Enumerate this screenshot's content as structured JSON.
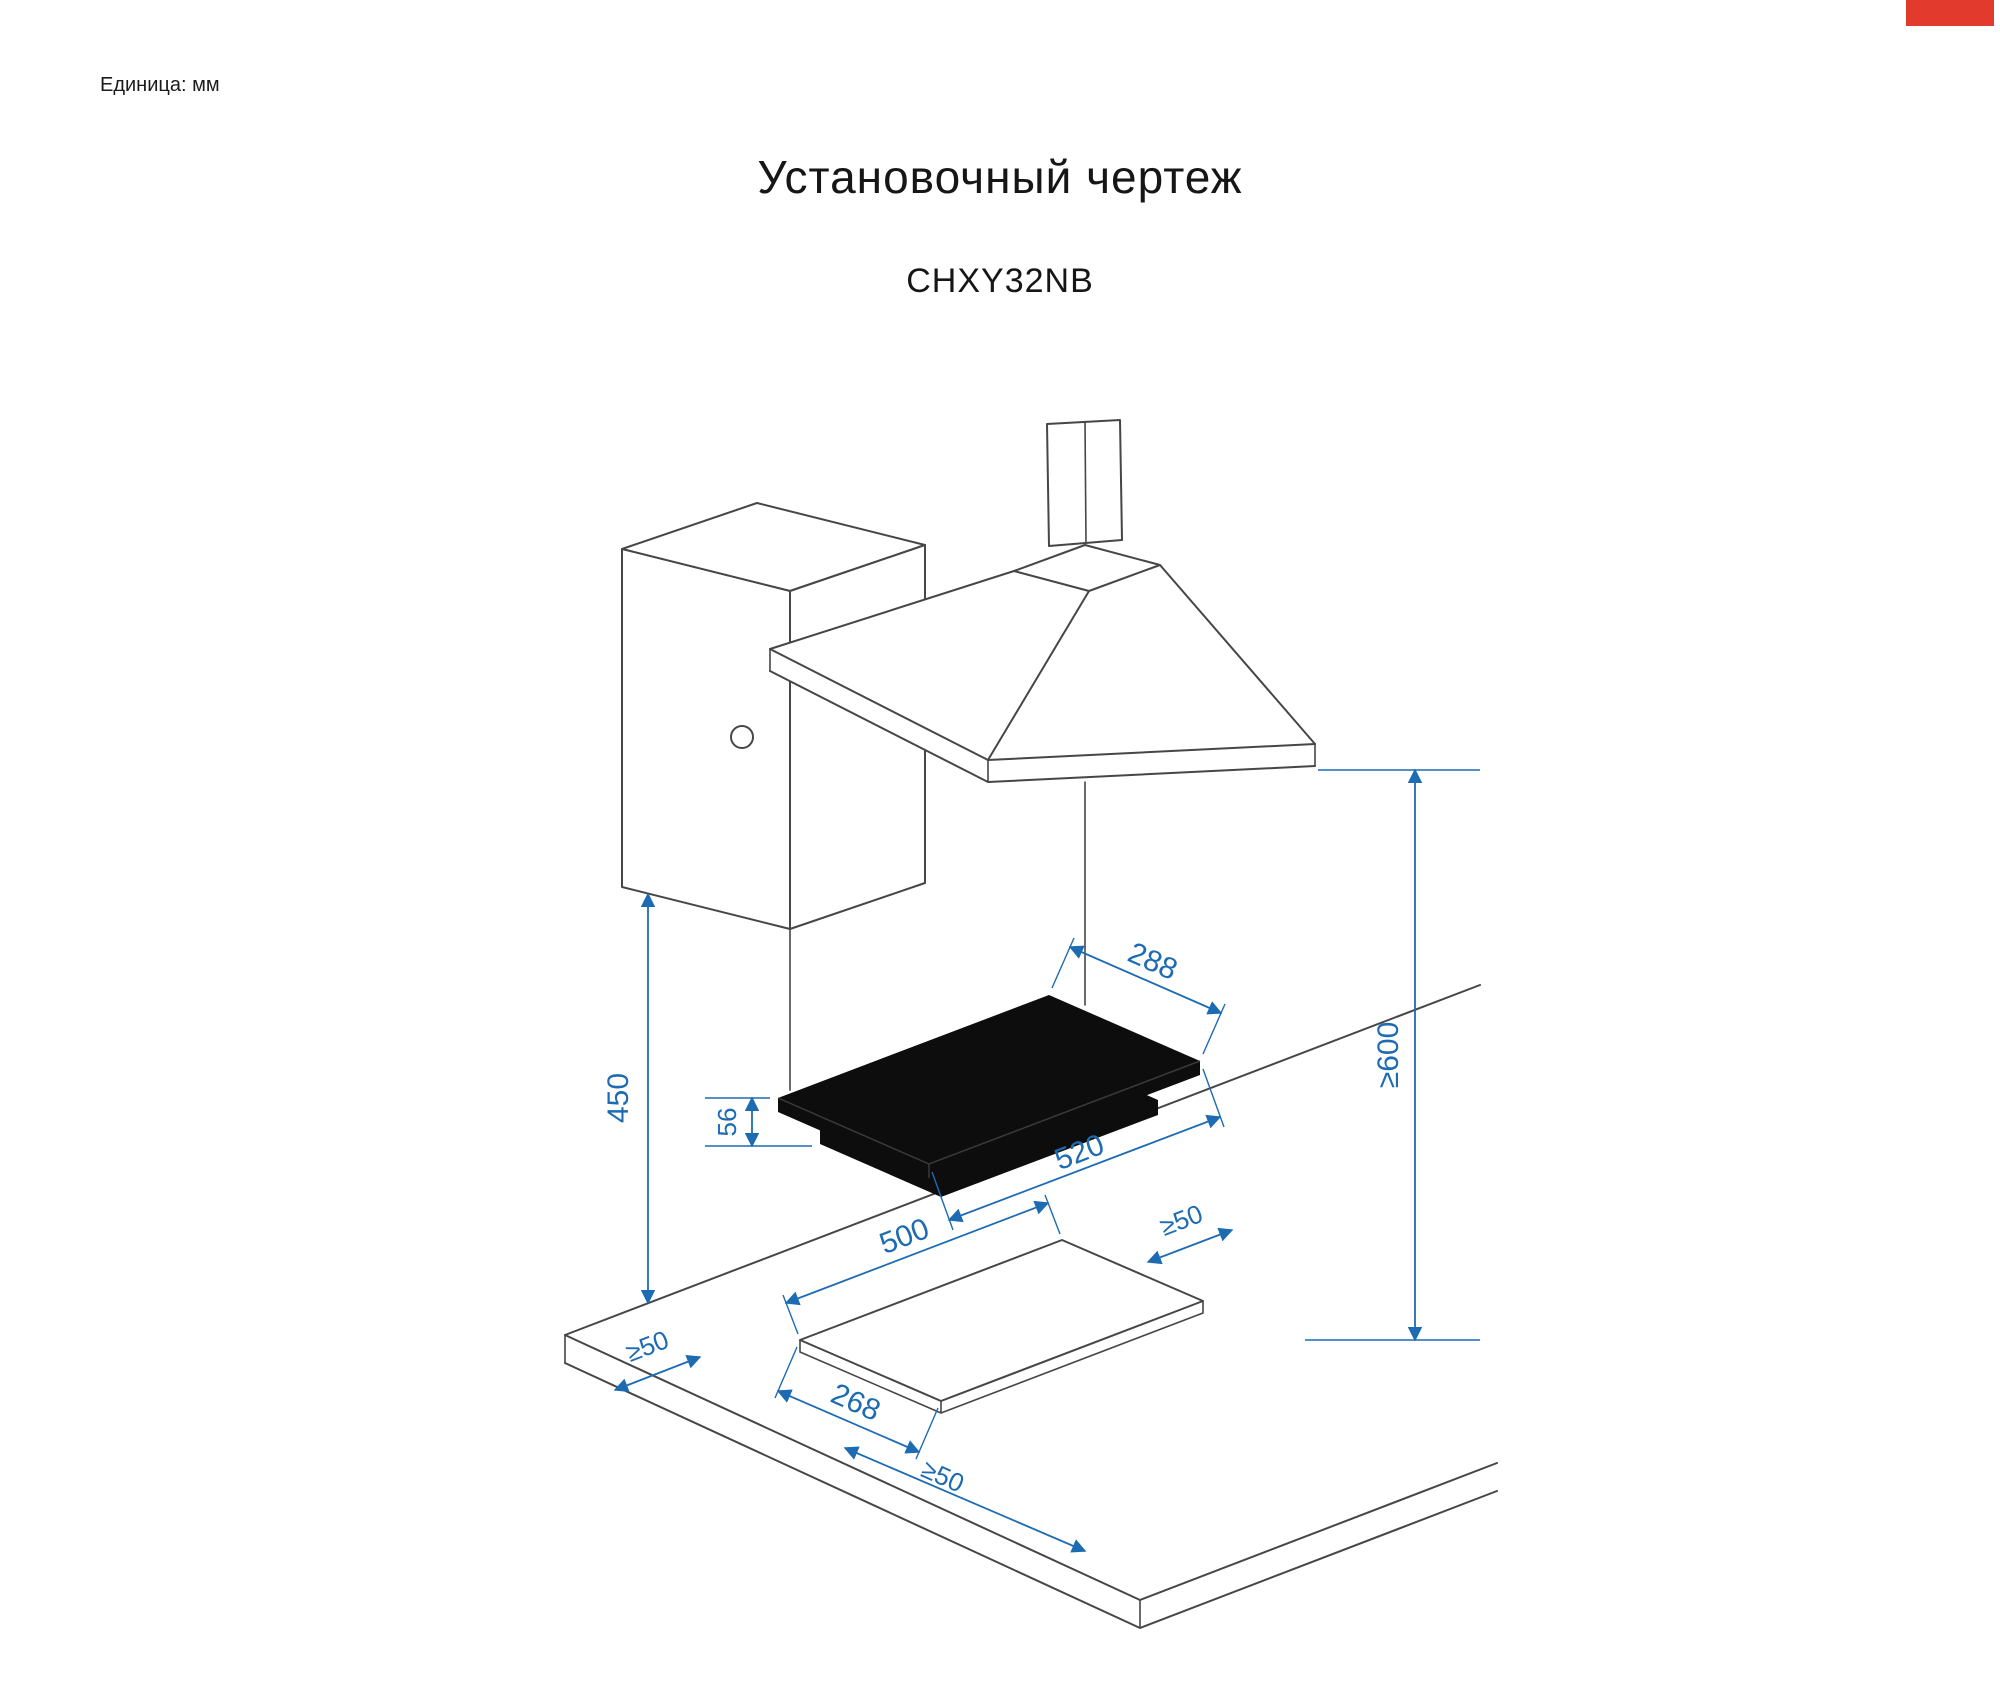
{
  "page": {
    "unit_label": "Единица: мм",
    "title": "Установочный чертеж",
    "model": "CHXY32NB"
  },
  "corner_mark": {
    "color": "#e23b2e"
  },
  "drawing": {
    "dimensions": {
      "hob_width_mm": "288",
      "hob_depth_mm": "520",
      "hob_body_height_mm": "56",
      "cabinet_to_worktop_mm": "450",
      "hood_to_worktop_mm": "≥600",
      "cutout_depth_mm": "500",
      "cutout_width_mm": "268",
      "clearance_left_mm": "≥50",
      "clearance_rear_mm": "≥50",
      "clearance_front_mm": "≥50"
    },
    "colors": {
      "dimension_blue": "#1d6bb2",
      "outline_gray": "#464646",
      "hob_black": "#0d0d0d",
      "mark_red": "#e23b2e"
    }
  }
}
